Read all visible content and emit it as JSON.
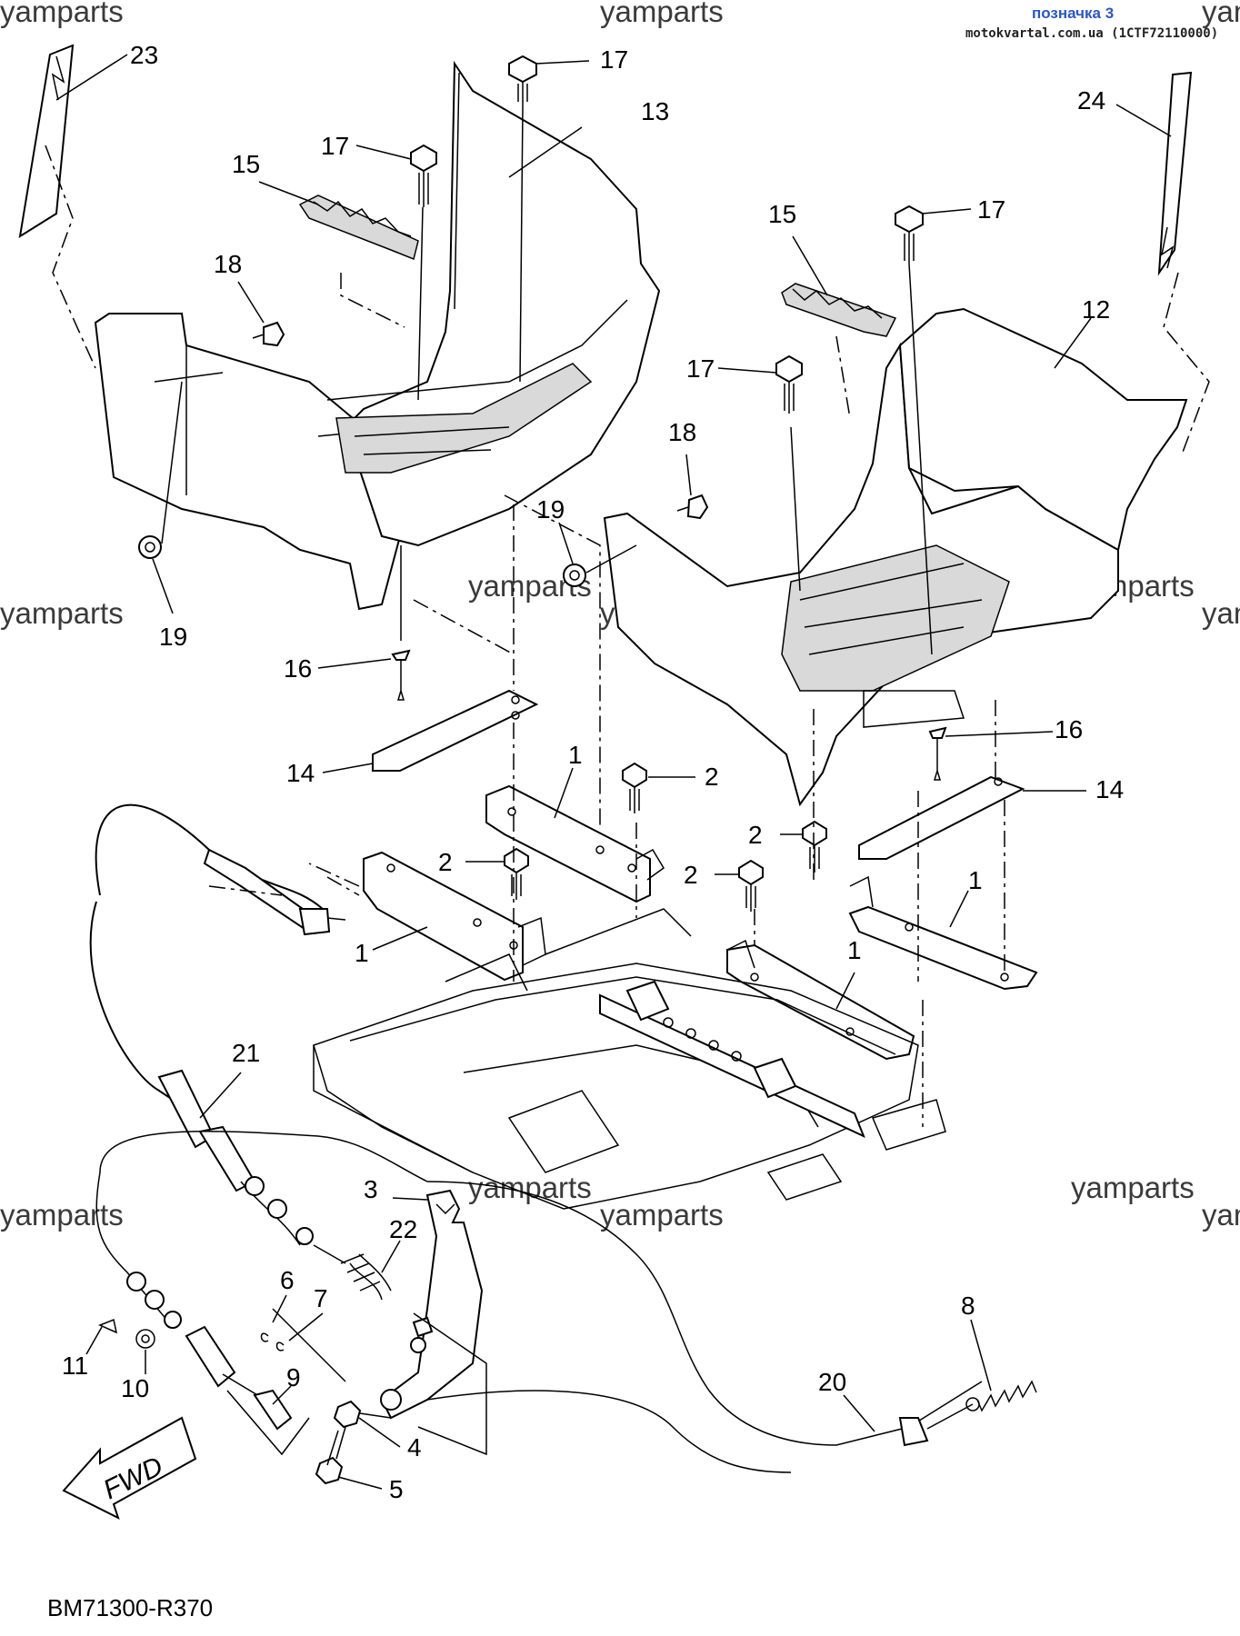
{
  "header": {
    "badge": "позначка 3",
    "badge_color": "#2a56c6",
    "site": "motokvartal.com.ua (1CTF72110000)"
  },
  "watermark": "yamparts",
  "diagram_code": "BM71300-R370",
  "fwd_label": "FWD",
  "callouts": [
    "23",
    "17",
    "13",
    "17",
    "15",
    "18",
    "24",
    "15",
    "17",
    "12",
    "17",
    "18",
    "19",
    "19",
    "16",
    "16",
    "14",
    "14",
    "1",
    "2",
    "2",
    "2",
    "2",
    "1",
    "1",
    "1",
    "21",
    "3",
    "22",
    "6",
    "7",
    "11",
    "10",
    "9",
    "4",
    "5",
    "8",
    "20"
  ]
}
